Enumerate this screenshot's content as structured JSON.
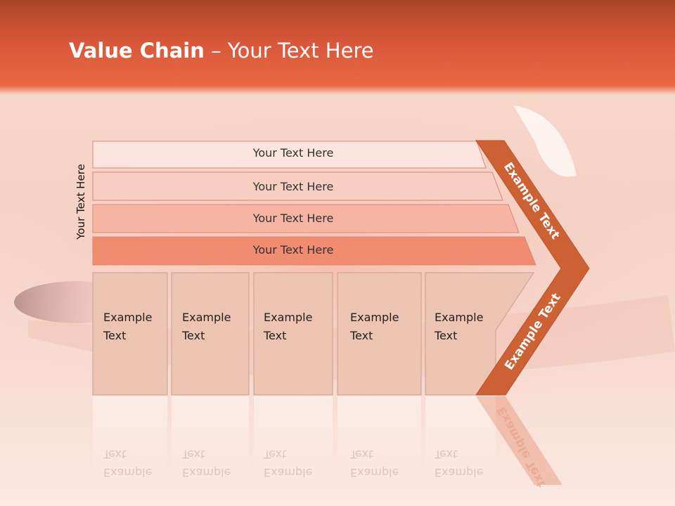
{
  "slide": {
    "title_bold": "Value Chain",
    "title_rest": " – Your Text Here",
    "side_label": "Your Text Here",
    "bars": [
      {
        "label": "Your Text Here",
        "color": "#fde4de"
      },
      {
        "label": "Your Text Here",
        "color": "#f8cdc2"
      },
      {
        "label": "Your Text Here",
        "color": "#f5b5a2"
      },
      {
        "label": "Your Text Here",
        "color": "#f08c70"
      }
    ],
    "boxes": [
      {
        "line1": "Example",
        "line2": "Text"
      },
      {
        "line1": "Example",
        "line2": "Text"
      },
      {
        "line1": "Example",
        "line2": "Text"
      },
      {
        "line1": "Example",
        "line2": "Text"
      },
      {
        "line1": "Example",
        "line2": "Text"
      }
    ],
    "arrow_top_label": "Example Text",
    "arrow_bottom_label": "Example Text",
    "colors": {
      "header": "#e8693f",
      "arrow": "#cc6133",
      "box_fill": "#ecc4b1"
    }
  }
}
